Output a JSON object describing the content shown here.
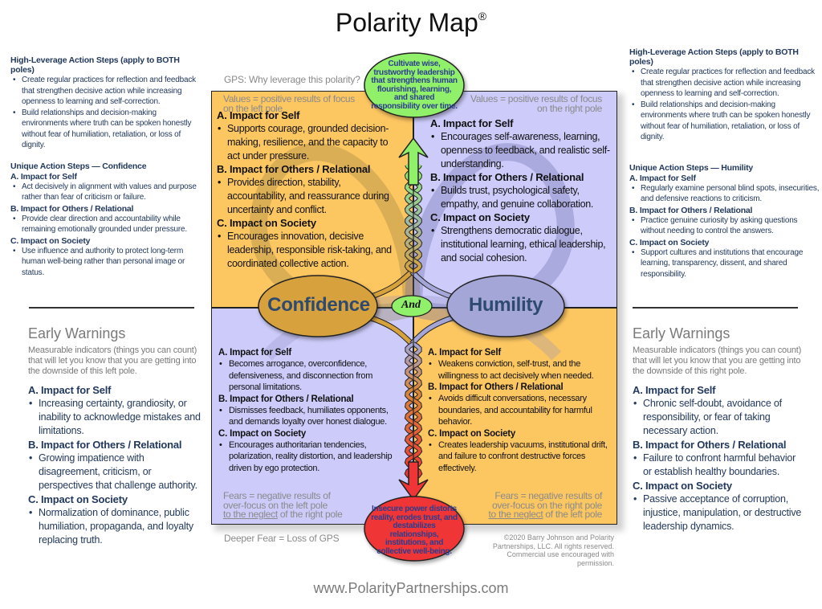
{
  "title": {
    "text": "Polarity Map",
    "mark": "®"
  },
  "gps_prompt": "GPS: Why leverage this polarity?",
  "deeper_fear": "Deeper Fear = Loss of GPS",
  "gps_statement": "Cultivate wise, trustworthy leadership that strengthens human flourishing, learning, and shared responsibility over time.",
  "deeper_fear_statement": "Insecure power distorts reality, erodes trust, and destabilizes relationships, institutions, and collective well-being.",
  "poles": {
    "left": "Confidence",
    "connector": "And",
    "right": "Humility"
  },
  "colors": {
    "upside_left": "#fcc661",
    "upside_right": "#cccbfa",
    "gps_bubble": "#90f06a",
    "fear_bubble": "#ef3535",
    "pole_left": "#d7a23c",
    "pole_right": "#a4a6d8",
    "side_text": "#23395d"
  },
  "notes": {
    "values_left": [
      "Values = positive results of focus",
      "on the left pole"
    ],
    "values_right": [
      "Values = positive results of focus",
      "on the right pole"
    ],
    "fears_left": [
      "Fears = negative results of",
      "over-focus on the left pole",
      "to the neglect",
      " of the right pole"
    ],
    "fears_right": [
      "Fears = negative results of",
      "over-focus on the right pole",
      "to the neglect",
      " of the left pole"
    ]
  },
  "quadrants": {
    "upper_left": [
      {
        "heading": "A. Impact for Self",
        "bullet": "Supports courage, grounded decision-making, resilience, and the capacity to act under pressure."
      },
      {
        "heading": "B. Impact for Others / Relational",
        "bullet": "Provides direction, stability, accountability, and reassurance during uncertainty and conflict."
      },
      {
        "heading": "C. Impact on Society",
        "bullet": "Encourages innovation, decisive leadership, responsible risk-taking, and coordinated collective action."
      }
    ],
    "upper_right": [
      {
        "heading": "A. Impact for Self",
        "bullet": "Encourages self-awareness, learning, openness to feedback, and realistic self-understanding."
      },
      {
        "heading": "B. Impact for Others / Relational",
        "bullet": "Builds trust, psychological safety, empathy, and genuine collaboration."
      },
      {
        "heading": "C. Impact on Society",
        "bullet": "Strengthens democratic dialogue, institutional learning, ethical leadership, and social cohesion."
      }
    ],
    "lower_left": [
      {
        "heading": "A. Impact for Self",
        "bullet": "Becomes arrogance, overconfidence, defensiveness, and disconnection from personal limitations."
      },
      {
        "heading": "B. Impact for Others / Relational",
        "bullet": "Dismisses feedback, humiliates opponents, and demands loyalty over honest dialogue."
      },
      {
        "heading": "C. Impact on Society",
        "bullet": "Encourages authoritarian tendencies, polarization, reality distortion, and leadership driven by ego protection."
      }
    ],
    "lower_right": [
      {
        "heading": "A. Impact for Self",
        "bullet": "Weakens conviction, self-trust, and the willingness to act decisively when needed."
      },
      {
        "heading": "B. Impact for Others / Relational",
        "bullet": "Avoids difficult conversations, necessary boundaries, and accountability for harmful behavior."
      },
      {
        "heading": "C. Impact on Society",
        "bullet": "Creates leadership vacuums, institutional drift, and failure to confront destructive forces effectively."
      }
    ]
  },
  "action_steps": {
    "left": {
      "high_leverage_title": "High-Leverage Action Steps (apply to BOTH poles)",
      "high_leverage": [
        "Create regular practices for reflection and feedback that strengthen decisive action while increasing openness to learning and self-correction.",
        "Build relationships and decision-making environments where truth can be spoken honestly without fear of humiliation, retaliation, or loss of dignity."
      ],
      "unique_title": "Unique Action Steps — Confidence",
      "unique": [
        {
          "heading": "A. Impact for Self",
          "bullet": "Act decisively in alignment with values and purpose rather than fear of criticism or failure."
        },
        {
          "heading": "B. Impact for Others / Relational",
          "bullet": "Provide clear direction and accountability while remaining emotionally grounded under pressure."
        },
        {
          "heading": "C. Impact on Society",
          "bullet": "Use influence and authority to protect long-term human well-being rather than personal image or status."
        }
      ]
    },
    "right": {
      "high_leverage_title": "High-Leverage Action Steps (apply to BOTH poles)",
      "high_leverage": [
        "Create regular practices for reflection and feedback that strengthen decisive action while increasing openness to learning and self-correction.",
        "Build relationships and decision-making environments where truth can be spoken honestly without fear of humiliation, retaliation, or loss of dignity."
      ],
      "unique_title": "Unique Action Steps — Humility",
      "unique": [
        {
          "heading": "A. Impact for Self",
          "bullet": "Regularly examine personal blind spots, insecurities, and defensive reactions to criticism."
        },
        {
          "heading": "B. Impact for Others / Relational",
          "bullet": "Practice genuine curiosity by asking questions without needing to control the answers."
        },
        {
          "heading": "C. Impact on Society",
          "bullet": "Support cultures and institutions that encourage learning, transparency, dissent, and shared responsibility."
        }
      ]
    }
  },
  "early_warnings": {
    "left": {
      "title": "Early Warnings",
      "subtitle": "Measurable indicators (things you can count) that will let you know that you are getting into the downside of this left pole.",
      "items": [
        {
          "heading": "A. Impact for Self",
          "bullet": "Increasing certainty, grandiosity, or inability to acknowledge mistakes and limitations."
        },
        {
          "heading": "B. Impact for Others / Relational",
          "bullet": "Growing impatience with disagreement, criticism, or perspectives that challenge authority."
        },
        {
          "heading": "C. Impact on Society",
          "bullet": "Normalization of dominance, public humiliation, propaganda, and loyalty replacing truth."
        }
      ]
    },
    "right": {
      "title": "Early Warnings",
      "subtitle": "Measurable indicators (things you can count) that will let you know that you are getting into the downside of this right pole.",
      "items": [
        {
          "heading": "A. Impact for Self",
          "bullet": "Chronic self-doubt, avoidance of responsibility, or fear of taking necessary action."
        },
        {
          "heading": "B. Impact for Others / Relational",
          "bullet": "Failure to confront harmful behavior or establish healthy boundaries."
        },
        {
          "heading": "C. Impact on Society",
          "bullet": "Passive acceptance of corruption, injustice, manipulation, or destructive leadership dynamics."
        }
      ]
    }
  },
  "copyright": [
    "©2020 Barry Johnson and Polarity",
    "Partnerships, LLC. All rights reserved.",
    "Commercial use encouraged with permission."
  ],
  "footer_url": "www.PolarityPartnerships.com"
}
